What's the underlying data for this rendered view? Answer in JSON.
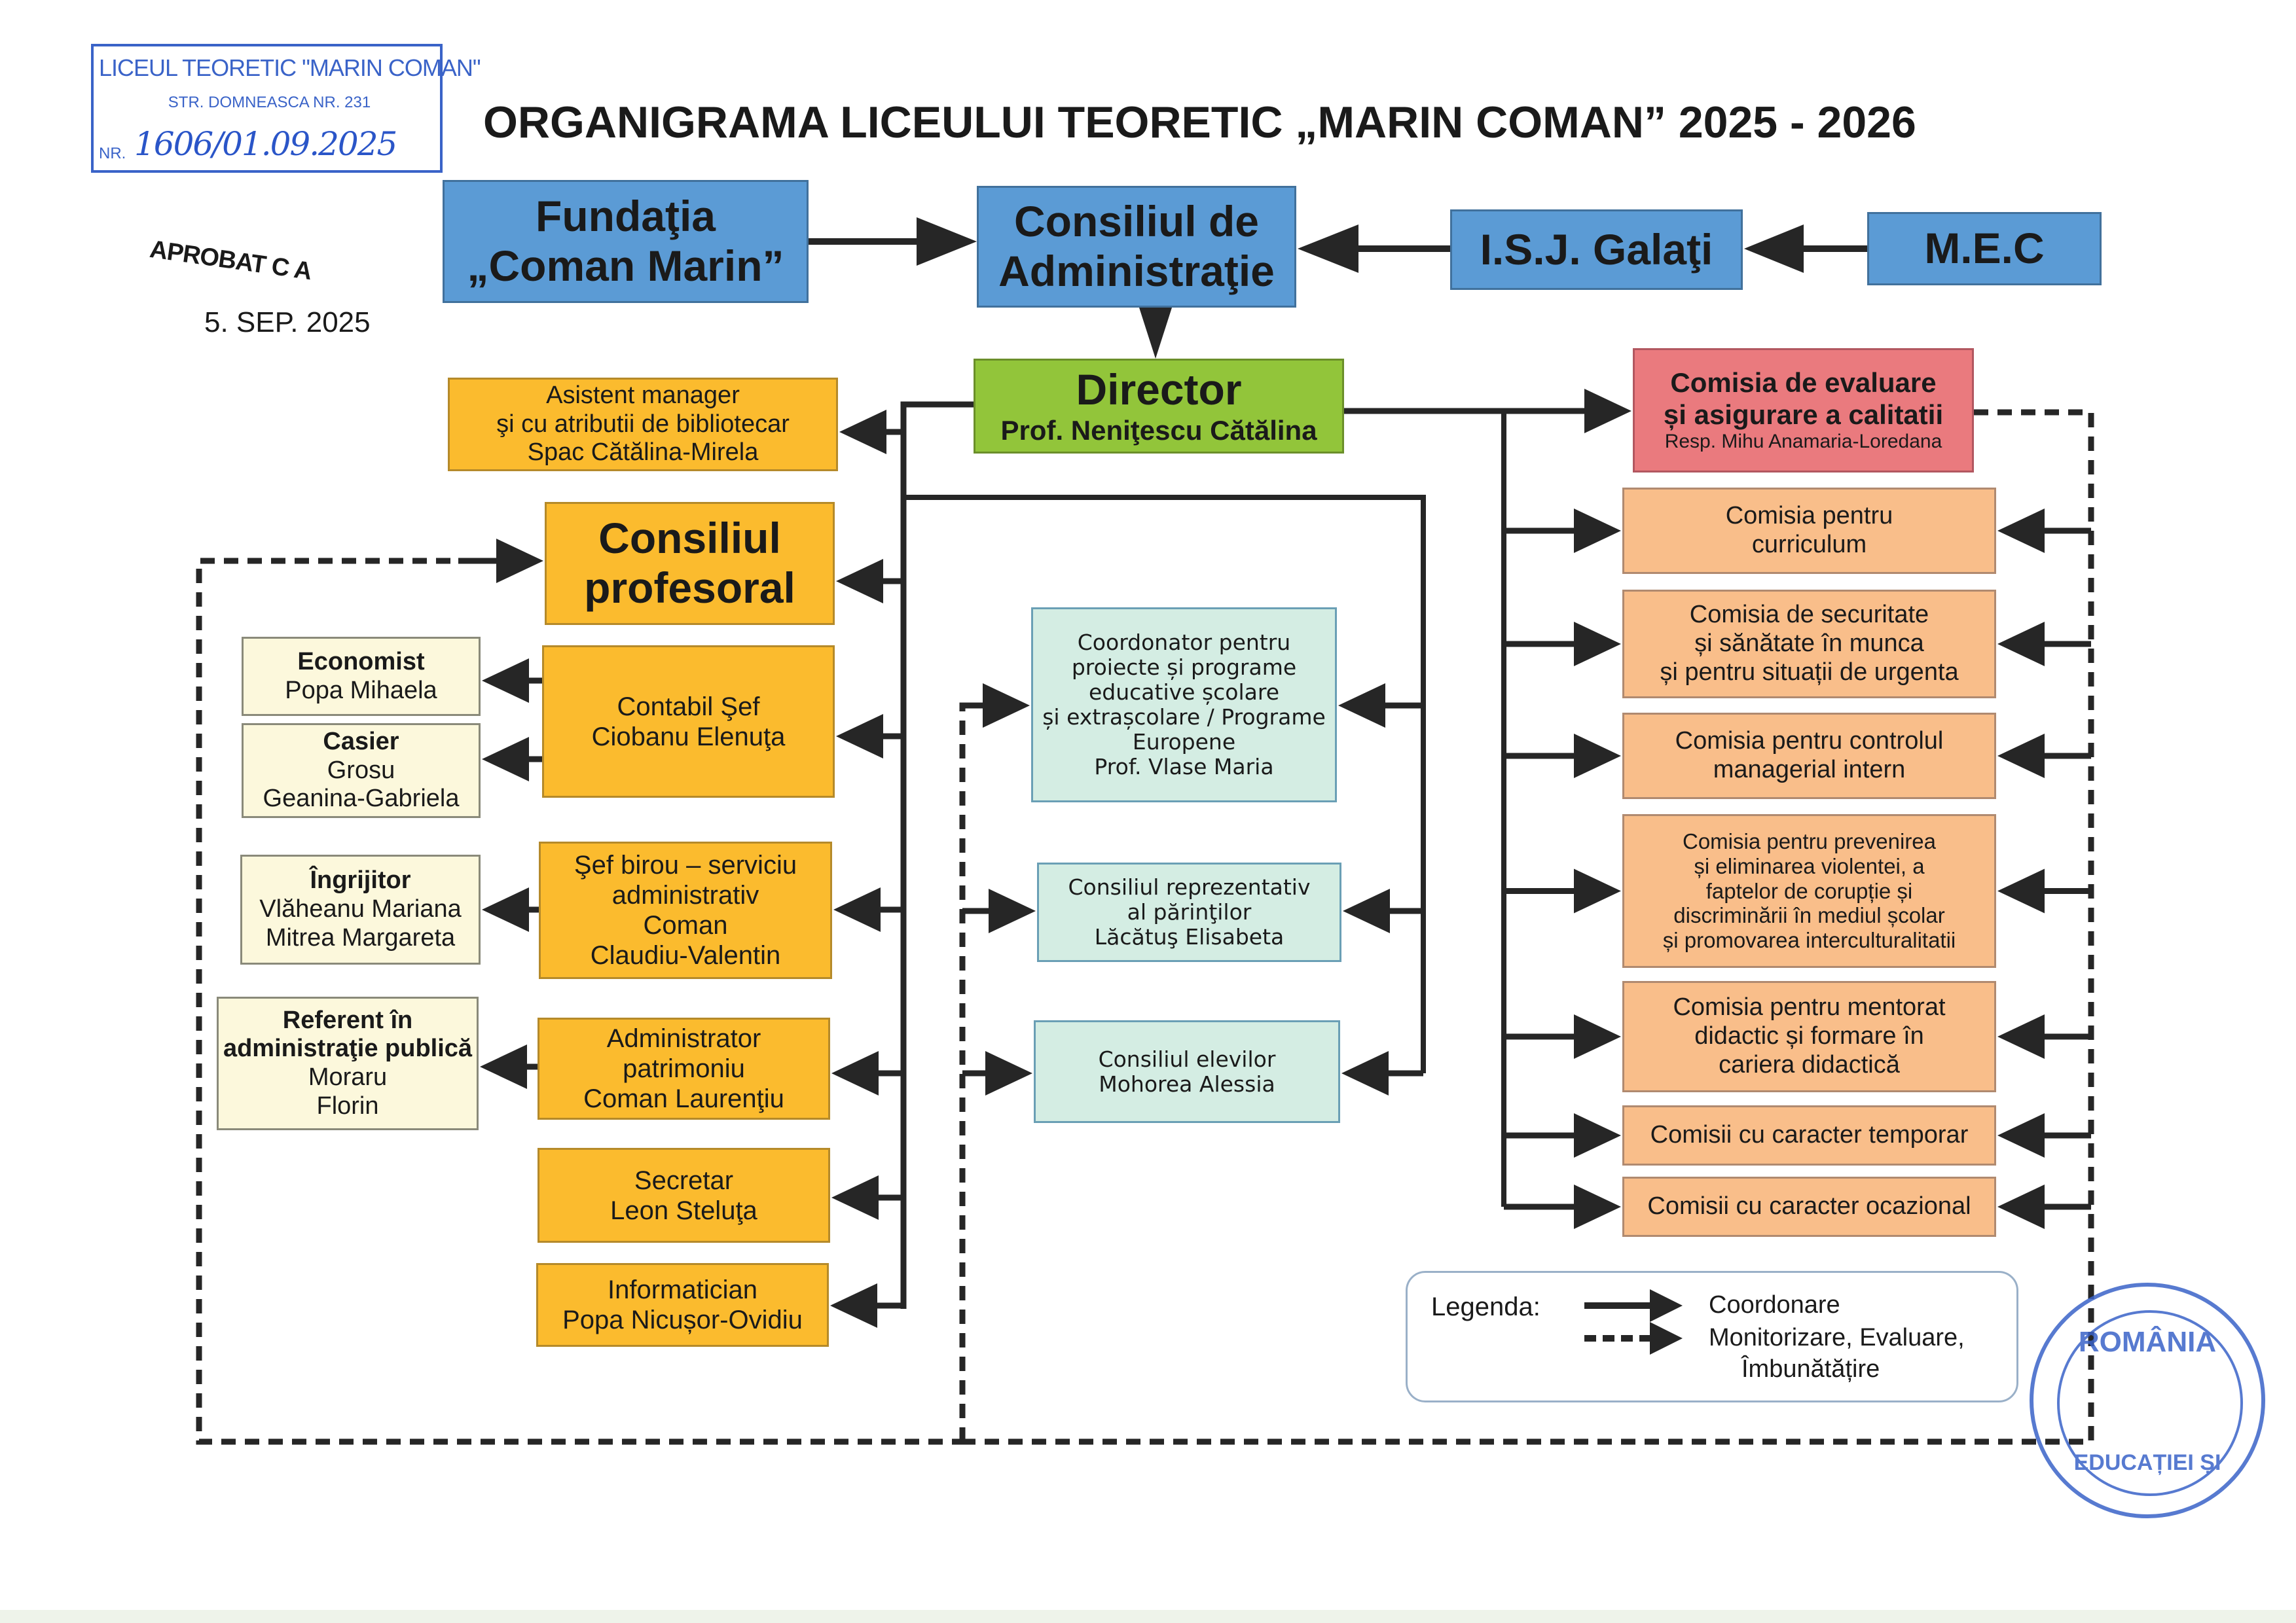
{
  "title": "ORGANIGRAMA LICEULUI TEORETIC „MARIN COMAN” 2025 - 2026",
  "registration_stamp": {
    "line1": "LICEUL TEORETIC \"MARIN COMAN\"",
    "line2": "STR. DOMNEASCA NR. 231",
    "nr_label": "NR.",
    "nr_value": "1606/01.09.2025"
  },
  "approval": {
    "label": "APROBAT C A",
    "date": "5. SEP. 2025"
  },
  "top_row": {
    "fundatia": {
      "line1": "Fundaţia",
      "line2": "„Coman Marin”"
    },
    "consiliul_admin": {
      "line1": "Consiliul de",
      "line2": "Administraţie"
    },
    "isj": "I.S.J. Galaţi",
    "mec": "M.E.C"
  },
  "director": {
    "title": "Director",
    "name": "Prof. Neniţescu Cătălina"
  },
  "asistent": {
    "line1": "Asistent manager",
    "line2": "şi cu atributii de bibliotecar",
    "line3": "Spac Cătălina-Mirela"
  },
  "consiliul_profesoral": {
    "line1": "Consiliul",
    "line2": "profesoral"
  },
  "admin_staff": [
    {
      "key": "contabil",
      "lines": [
        "Contabil Şef",
        "Ciobanu Elenuţa"
      ]
    },
    {
      "key": "sef-birou",
      "lines": [
        "Şef birou – serviciu",
        "administrativ",
        "Coman",
        "Claudiu-Valentin"
      ]
    },
    {
      "key": "administrator-patrimoniu",
      "lines": [
        "Administrator",
        "patrimoniu",
        "Coman Laurenţiu"
      ]
    },
    {
      "key": "secretar",
      "lines": [
        "Secretar",
        "Leon Steluţa"
      ]
    },
    {
      "key": "informatician",
      "lines": [
        "Informatician",
        "Popa Nicușor-Ovidiu"
      ]
    }
  ],
  "subordinates": [
    {
      "key": "economist",
      "role": "Economist",
      "names": [
        "Popa Mihaela"
      ]
    },
    {
      "key": "casier",
      "role": "Casier",
      "names": [
        "Grosu",
        "Geanina-Gabriela"
      ]
    },
    {
      "key": "ingrijitor",
      "role": "Îngrijitor",
      "names": [
        "Vlăheanu Mariana",
        "Mitrea Margareta"
      ]
    },
    {
      "key": "referent",
      "role": "Referent în administraţie publică",
      "names": [
        "Moraru",
        "Florin"
      ]
    }
  ],
  "councils": [
    {
      "key": "coordonator",
      "lines": [
        "Coordonator pentru",
        "proiecte și programe",
        "educative școlare",
        "și extrașcolare / Programe",
        "Europene",
        "Prof. Vlase Maria"
      ]
    },
    {
      "key": "parinti",
      "lines": [
        "Consiliul reprezentativ",
        "al părinţilor",
        "Lăcătuş Elisabeta"
      ]
    },
    {
      "key": "elevi",
      "lines": [
        "Consiliul elevilor",
        "Mohorea Alessia"
      ]
    }
  ],
  "quality_commission": {
    "line1": "Comisia de evaluare",
    "line2": "și asigurare a calitatii",
    "resp": "Resp. Mihu Anamaria-Loredana"
  },
  "commissions": [
    {
      "key": "curriculum",
      "lines": [
        "Comisia pentru",
        "curriculum"
      ]
    },
    {
      "key": "securitate",
      "lines": [
        "Comisia de securitate",
        "și sănătate în munca",
        "și pentru situații de urgenta"
      ]
    },
    {
      "key": "control",
      "lines": [
        "Comisia pentru controlul",
        "managerial intern"
      ]
    },
    {
      "key": "prevenire",
      "lines": [
        "Comisia pentru prevenirea",
        "și eliminarea violentei, a",
        "faptelor de corupție și",
        "discriminării în mediul școlar",
        "și promovarea interculturalitatii"
      ]
    },
    {
      "key": "mentorat",
      "lines": [
        "Comisia pentru mentorat",
        "didactic și formare în",
        "cariera didactică"
      ]
    },
    {
      "key": "temporar",
      "lines": [
        "Comisii cu caracter temporar"
      ]
    },
    {
      "key": "ocazional",
      "lines": [
        "Comisii cu caracter ocazional"
      ]
    }
  ],
  "legend": {
    "label": "Legenda:",
    "solid": "Coordonare",
    "dashed_line1": "Monitorizare, Evaluare,",
    "dashed_line2": "Îmbunătățire"
  },
  "official_seal": {
    "top_text": "ROMÂNIA",
    "bottom_text": "EDUCAȚIEI ȘI"
  },
  "colors": {
    "blue": "#5b9bd5",
    "green": "#92c53a",
    "red": "#ea7a7e",
    "amber": "#fbbb2e",
    "cream": "#fcf8dc",
    "teal": "#d4ede3",
    "peach": "#f9be8a",
    "stamp_blue": "#3a63c8",
    "connector": "#262626"
  }
}
